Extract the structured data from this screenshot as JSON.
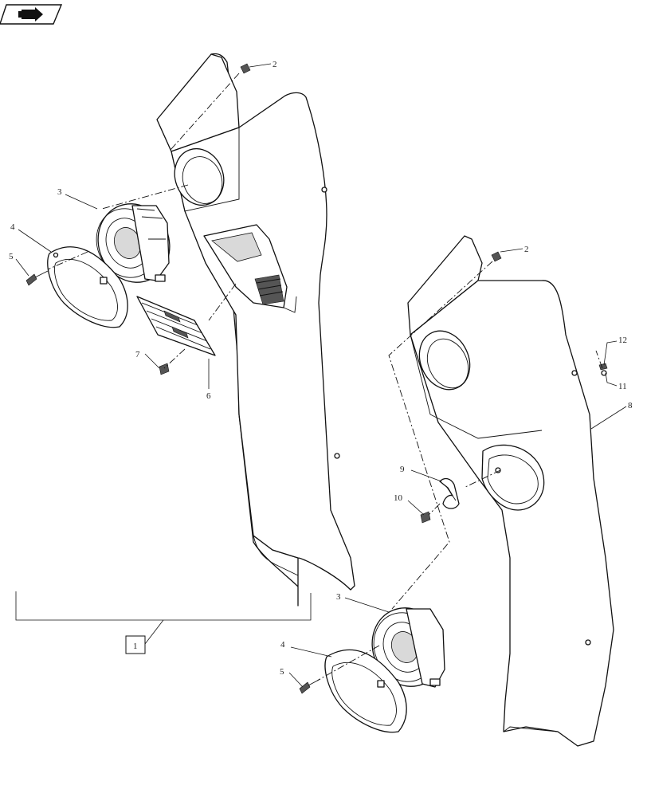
{
  "nav_icon": {
    "name": "page-navigation-arrow-icon"
  },
  "callouts": {
    "left_2": "2",
    "left_3": "3",
    "left_4": "4",
    "left_5": "5",
    "left_6": "6",
    "left_7": "7",
    "assembly_1": "1",
    "right_2": "2",
    "right_12": "12",
    "right_11": "11",
    "right_8": "8",
    "right_9": "9",
    "right_10": "10",
    "right_3": "3",
    "right_4": "4",
    "right_5": "5"
  }
}
